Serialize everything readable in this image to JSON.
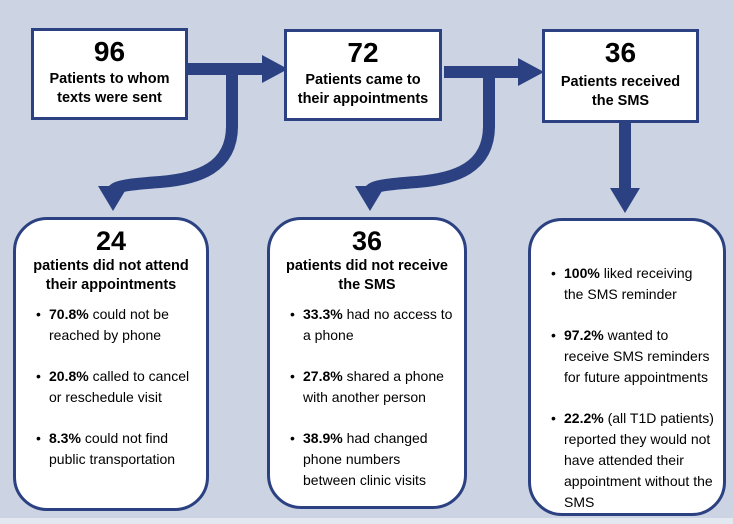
{
  "colors": {
    "background": "#ccd3e2",
    "accent": "#2b4182",
    "node_fill": "#ffffff",
    "text": "#000000",
    "bottom_strip": "#e4e8f0"
  },
  "top_row": [
    {
      "number": "96",
      "label": "Patients to whom texts were sent"
    },
    {
      "number": "72",
      "label": "Patients came to their appointments"
    },
    {
      "number": "36",
      "label": "Patients received the SMS"
    }
  ],
  "bottom_row": [
    {
      "number": "24",
      "title": "patients did not attend their appointments",
      "bullets": [
        {
          "value": "70.8%",
          "text": "could not be reached by phone"
        },
        {
          "value": "20.8%",
          "text": "called to cancel or reschedule visit"
        },
        {
          "value": "8.3%",
          "text": "could not find public transportation"
        }
      ]
    },
    {
      "number": "36",
      "title": "patients did not receive the SMS",
      "bullets": [
        {
          "value": "33.3%",
          "text": "had no access to a phone"
        },
        {
          "value": "27.8%",
          "text": "shared a phone with another person"
        },
        {
          "value": "38.9%",
          "text": "had changed phone numbers between clinic visits"
        }
      ]
    },
    {
      "bullets": [
        {
          "value": "100%",
          "text": "liked receiving the SMS reminder"
        },
        {
          "value": "97.2%",
          "text": "wanted to receive SMS reminders for future appointments"
        },
        {
          "value": "22.2%",
          "text": "(all T1D patients) reported they would not have attended their appointment without the SMS"
        }
      ]
    }
  ]
}
